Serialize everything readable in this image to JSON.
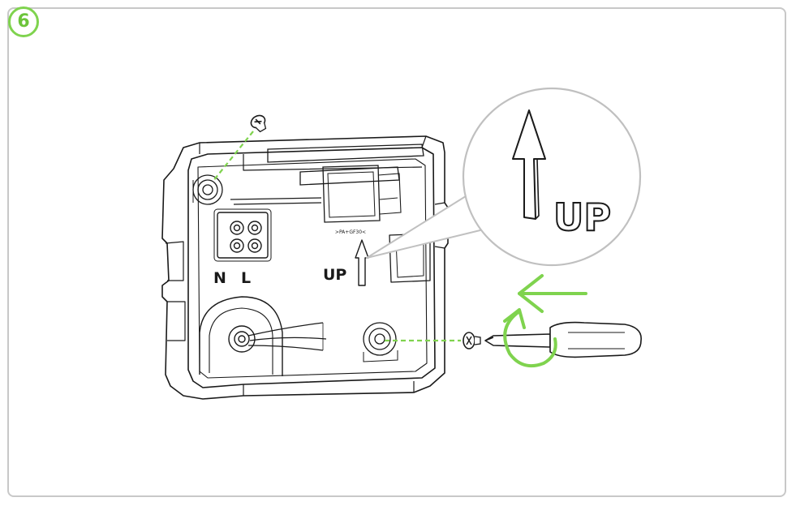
{
  "step": {
    "number": "6"
  },
  "device_labels": {
    "neutral": "N",
    "live": "L",
    "up_small": "UP",
    "tiny_marking": ">PA+GF30<"
  },
  "zoom_callout": {
    "up_large": "UP"
  },
  "colors": {
    "accent": "#7fd34e",
    "frame": "#c8c8c8",
    "line": "#1a1a1a",
    "callout_ring": "#c0c0c0"
  },
  "icons": [
    "screw-icon",
    "screwdriver-icon",
    "rotate-arrow-icon",
    "push-arrow-icon",
    "up-arrow-icon"
  ]
}
